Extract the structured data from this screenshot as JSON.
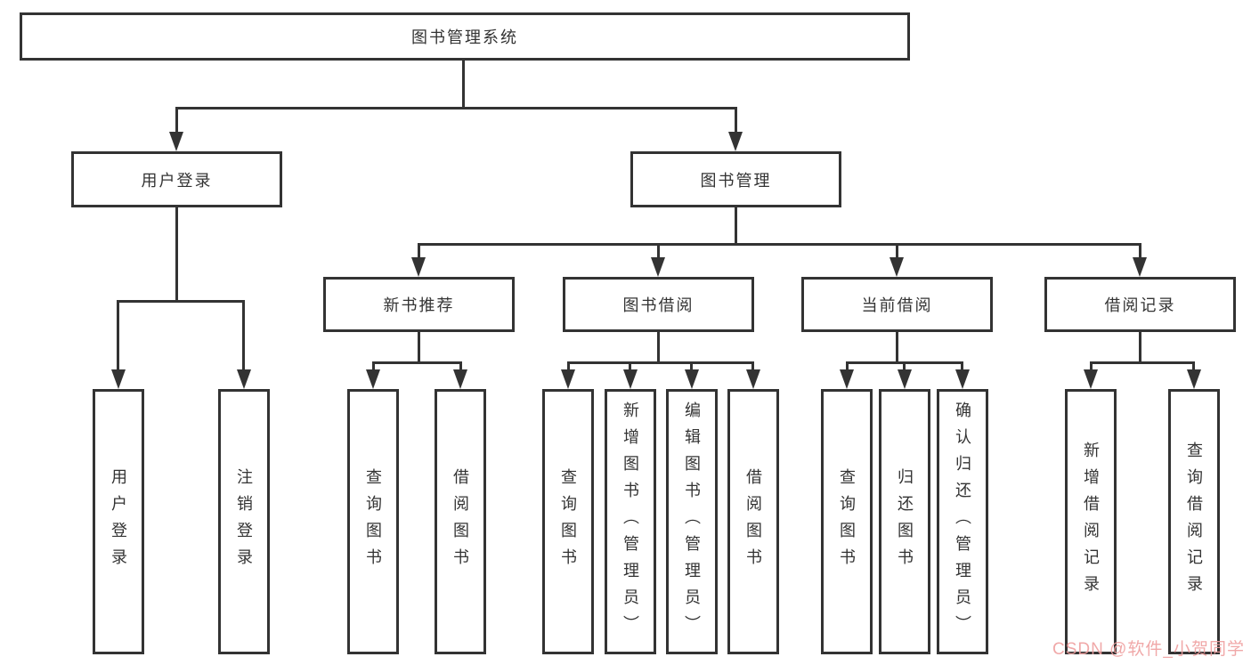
{
  "diagram": {
    "root": {
      "label": "图书管理系统"
    },
    "level2": {
      "user_login": {
        "label": "用户登录"
      },
      "book_management": {
        "label": "图书管理"
      }
    },
    "level3": {
      "new_book_recommend": {
        "label": "新书推荐"
      },
      "book_borrow": {
        "label": "图书借阅"
      },
      "current_borrow": {
        "label": "当前借阅"
      },
      "borrow_records": {
        "label": "借阅记录"
      }
    },
    "leaves": {
      "user_login": {
        "label": "用户登录"
      },
      "logout": {
        "label": "注销登录"
      },
      "rec_query_books": {
        "label": "查询图书"
      },
      "rec_borrow_books": {
        "label": "借阅图书"
      },
      "bor_query_books": {
        "label": "查询图书"
      },
      "bor_add_books": {
        "label": "新增图书（管理员）"
      },
      "bor_edit_books": {
        "label": "编辑图书（管理员）"
      },
      "bor_borrow_books": {
        "label": "借阅图书"
      },
      "cur_query_books": {
        "label": "查询图书"
      },
      "cur_return_books": {
        "label": "归还图书"
      },
      "cur_confirm_return": {
        "label": "确认归还（管理员）"
      }
    },
    "record_leaves": {
      "add_borrow_record": {
        "label": "新增借阅记录"
      },
      "query_borrow_record": {
        "label": "查询借阅记录"
      }
    }
  },
  "watermark": {
    "text": "CSDN @软件_小贺同学",
    "color": "#ef9f9f"
  },
  "colors": {
    "line": "#333333",
    "box_border": "#333333",
    "box_background": "#ffffff",
    "text": "#333333"
  }
}
